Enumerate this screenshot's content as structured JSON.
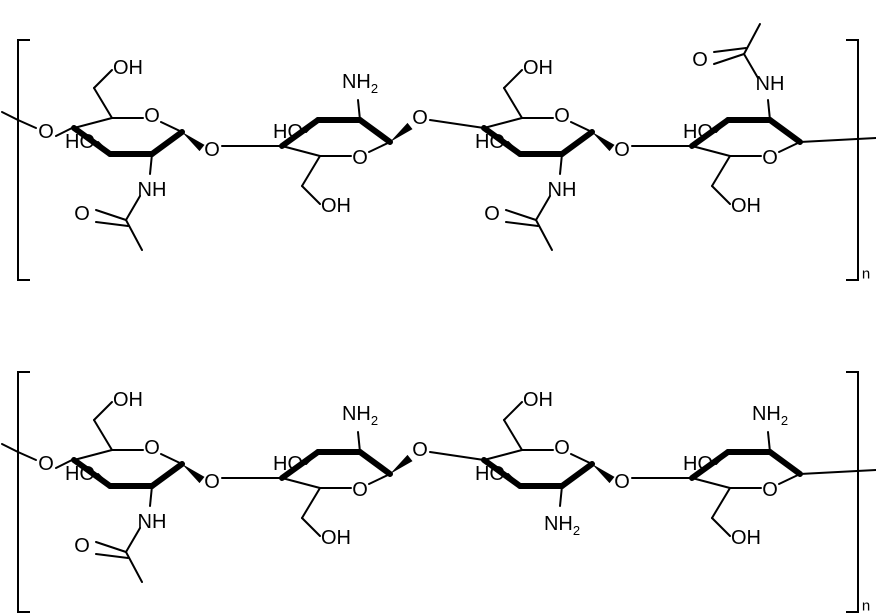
{
  "polymers": [
    {
      "repeat_subscript": "n",
      "units": [
        {
          "substituent": "NHAc",
          "flip": false,
          "hydroxyl_left": "HO",
          "hydroxymethyl": "OH",
          "ring_oxygen": "O",
          "link_oxygen": "O",
          "amine": "NH",
          "carbonyl_o": "O",
          "amino": "NH",
          "amino_sub": "2"
        },
        {
          "substituent": "NH2",
          "flip": true,
          "hydroxyl_left": "HO",
          "hydroxymethyl": "OH",
          "ring_oxygen": "O",
          "link_oxygen": "O",
          "amine": "NH",
          "carbonyl_o": "O",
          "amino": "NH",
          "amino_sub": "2"
        },
        {
          "substituent": "NHAc",
          "flip": false,
          "hydroxyl_left": "HO",
          "hydroxymethyl": "OH",
          "ring_oxygen": "O",
          "link_oxygen": "O",
          "amine": "NH",
          "carbonyl_o": "O",
          "amino": "NH",
          "amino_sub": "2"
        },
        {
          "substituent": "NHAc",
          "flip": true,
          "hydroxyl_left": "HO",
          "hydroxymethyl": "OH",
          "ring_oxygen": "O",
          "link_oxygen": "",
          "amine": "NH",
          "carbonyl_o": "O",
          "amino": "NH",
          "amino_sub": "2"
        }
      ],
      "start_oxygen": "O"
    },
    {
      "repeat_subscript": "n",
      "units": [
        {
          "substituent": "NHAc",
          "flip": false,
          "hydroxyl_left": "HO",
          "hydroxymethyl": "OH",
          "ring_oxygen": "O",
          "link_oxygen": "O",
          "amine": "NH",
          "carbonyl_o": "O",
          "amino": "NH",
          "amino_sub": "2"
        },
        {
          "substituent": "NH2",
          "flip": true,
          "hydroxyl_left": "HO",
          "hydroxymethyl": "OH",
          "ring_oxygen": "O",
          "link_oxygen": "O",
          "amine": "NH",
          "carbonyl_o": "O",
          "amino": "NH",
          "amino_sub": "2"
        },
        {
          "substituent": "NH2",
          "flip": false,
          "hydroxyl_left": "HO",
          "hydroxymethyl": "OH",
          "ring_oxygen": "O",
          "link_oxygen": "O",
          "amine": "NH",
          "carbonyl_o": "O",
          "amino": "NH",
          "amino_sub": "2"
        },
        {
          "substituent": "NH2",
          "flip": true,
          "hydroxyl_left": "HO",
          "hydroxymethyl": "OH",
          "ring_oxygen": "O",
          "link_oxygen": "",
          "amine": "NH",
          "carbonyl_o": "O",
          "amino": "NH",
          "amino_sub": "2"
        }
      ],
      "start_oxygen": "O"
    }
  ]
}
